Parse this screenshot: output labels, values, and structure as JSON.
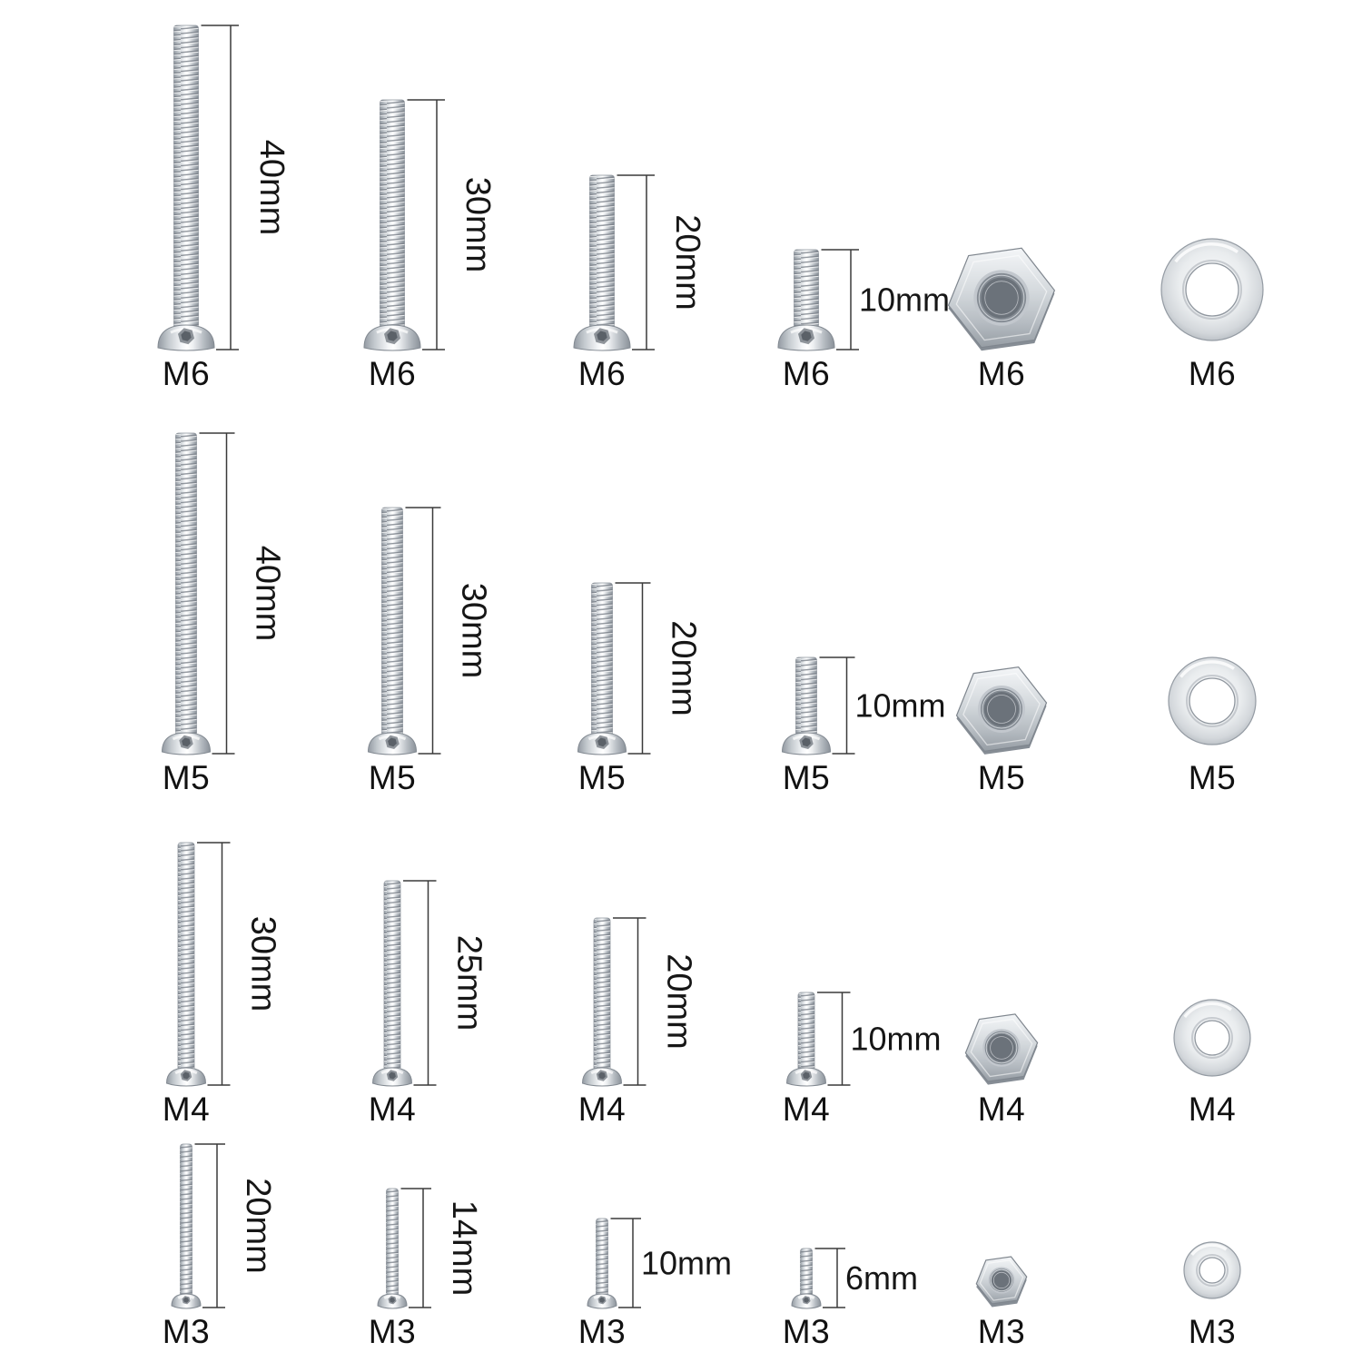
{
  "rows": [
    {
      "size": "M6",
      "items": [
        {
          "type": "screw",
          "label": "M6",
          "mm": 40,
          "dim": "40mm"
        },
        {
          "type": "screw",
          "label": "M6",
          "mm": 30,
          "dim": "30mm"
        },
        {
          "type": "screw",
          "label": "M6",
          "mm": 20,
          "dim": "20mm"
        },
        {
          "type": "screw",
          "label": "M6",
          "mm": 10,
          "dim": "10mm"
        },
        {
          "type": "nut",
          "label": "M6"
        },
        {
          "type": "washer",
          "label": "M6"
        }
      ]
    },
    {
      "size": "M5",
      "items": [
        {
          "type": "screw",
          "label": "M5",
          "mm": 40,
          "dim": "40mm"
        },
        {
          "type": "screw",
          "label": "M5",
          "mm": 30,
          "dim": "30mm"
        },
        {
          "type": "screw",
          "label": "M5",
          "mm": 20,
          "dim": "20mm"
        },
        {
          "type": "screw",
          "label": "M5",
          "mm": 10,
          "dim": "10mm"
        },
        {
          "type": "nut",
          "label": "M5"
        },
        {
          "type": "washer",
          "label": "M5"
        }
      ]
    },
    {
      "size": "M4",
      "items": [
        {
          "type": "screw",
          "label": "M4",
          "mm": 30,
          "dim": "30mm"
        },
        {
          "type": "screw",
          "label": "M4",
          "mm": 25,
          "dim": "25mm"
        },
        {
          "type": "screw",
          "label": "M4",
          "mm": 20,
          "dim": "20mm"
        },
        {
          "type": "screw",
          "label": "M4",
          "mm": 10,
          "dim": "10mm"
        },
        {
          "type": "nut",
          "label": "M4"
        },
        {
          "type": "washer",
          "label": "M4"
        }
      ]
    },
    {
      "size": "M3",
      "items": [
        {
          "type": "screw",
          "label": "M3",
          "mm": 20,
          "dim": "20mm"
        },
        {
          "type": "screw",
          "label": "M3",
          "mm": 14,
          "dim": "14mm"
        },
        {
          "type": "screw",
          "label": "M3",
          "mm": 10,
          "dim": "10mm"
        },
        {
          "type": "screw",
          "label": "M3",
          "mm": 6,
          "dim": "6mm"
        },
        {
          "type": "nut",
          "label": "M3"
        },
        {
          "type": "washer",
          "label": "M3"
        }
      ]
    }
  ],
  "colors": {
    "background": "#ffffff",
    "metal_highlight": "#f5f7f9",
    "metal_shadow": "#8d949c",
    "dimension_line": "#3a3a3a",
    "text": "#161616"
  }
}
